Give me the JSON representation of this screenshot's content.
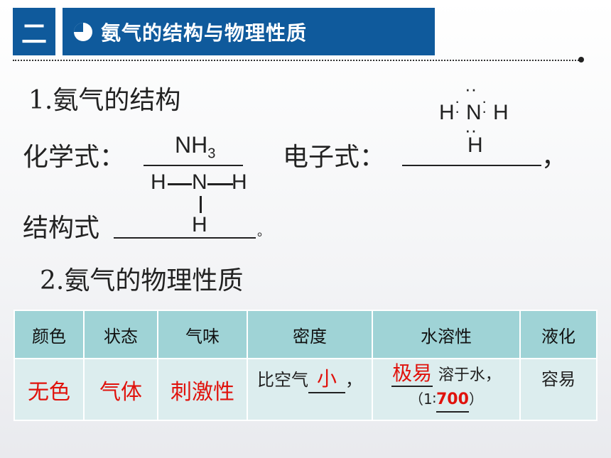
{
  "header": {
    "section_num": "二",
    "title": "氨气的结构与物理性质",
    "icon": "pie-icon"
  },
  "structure": {
    "heading": "1.氨气的结构",
    "formula_label": "化学式：",
    "formula_answer": "NH3",
    "electronic_label": "电子式：",
    "electronic_trail": "，",
    "electron_dot": {
      "h_left": "H",
      "n": "N",
      "h_right": "H",
      "h_bottom": "H",
      "dots": "·"
    },
    "structural_label": "结构式",
    "structural_end": "。",
    "structural_formula": {
      "h_left": "H",
      "n": "N",
      "h_right": "H",
      "h_bottom": "H"
    }
  },
  "properties": {
    "heading": "2.氨气的物理性质",
    "headers": [
      "颜色",
      "状态",
      "气味",
      "密度",
      "水溶性",
      "液化"
    ],
    "color": "无色",
    "state": "气体",
    "odor": "刺激性",
    "density_prefix": "比空气",
    "density_answer": "小",
    "comma": "，",
    "solubility_answer": "极易",
    "solubility_text": "溶于水，",
    "ratio_open": "（1",
    "ratio_colon": "∶",
    "ratio_answer": "700",
    "ratio_close": "）",
    "liquefaction": "容易"
  }
}
